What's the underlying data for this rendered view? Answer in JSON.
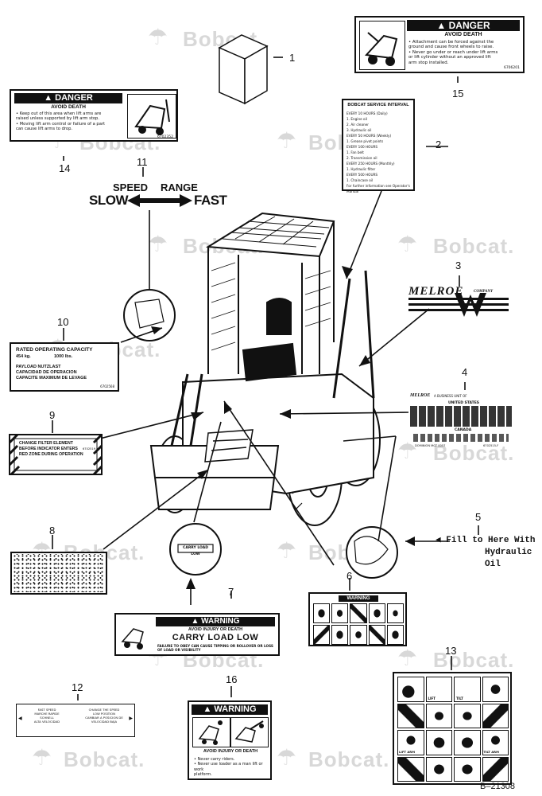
{
  "watermark": {
    "brand": "Bobcat."
  },
  "figure_code": "B–21308",
  "callouts": [
    "1",
    "2",
    "3",
    "4",
    "5",
    "6",
    "7",
    "8",
    "9",
    "10",
    "11",
    "12",
    "13",
    "14",
    "15",
    "16"
  ],
  "decal_15": {
    "header": "DANGER",
    "subheader": "AVOID DEATH",
    "lines": [
      "• Attachment can be forced against the",
      "ground and cause front wheels to raise.",
      "• Never go under or reach under lift arms",
      "or lift cylinder without an approved lift",
      "arm stop installed."
    ],
    "code": "6706201"
  },
  "decal_14": {
    "header": "DANGER",
    "subheader": "AVOID DEATH",
    "lines": [
      "• Keep out of this area when lift arms are",
      "raised unless supported by lift arm stop.",
      "• Moving lift arm control or failure of a part",
      "can cause lift arms to drop."
    ],
    "code": "6702352"
  },
  "decal_2": {
    "title": "BOBCAT SERVICE INTERVAL",
    "lines": [
      "EVERY 10 HOURS (Daily)",
      "1. Engine oil",
      "2. Air cleaner",
      "3. Hydraulic oil",
      "EVERY 50 HOURS (Weekly)",
      "1. Grease pivot points",
      "EVERY 100 HOURS",
      "1. Fan belt",
      "2. Transmission oil",
      "EVERY 250 HOURS (Monthly)",
      "1. Hydraulic filter",
      "EVERY 500 HOURS",
      "1. Chaincase oil",
      "For further information see Operator's Manual"
    ]
  },
  "decal_11": {
    "top_left": "SPEED",
    "top_right": "RANGE",
    "left": "SLOW",
    "right": "FAST"
  },
  "decal_3": {
    "brand": "MELROE",
    "suffix": "COMPANY"
  },
  "decal_4": {
    "brand": "MELROE",
    "text": "A BUSINESS UNIT OF",
    "section_us": "UNITED STATES",
    "section_ca": "CANADA",
    "code_left": "DOMINION MGT 0057",
    "code_right": "6702515-F"
  },
  "decal_10": {
    "title": "RATED OPERATING CAPACITY",
    "values": [
      "454 kg.",
      "1000 lbs."
    ],
    "lines": [
      "PAYLOAD NUTZLAST",
      "CAPACIDAD DE OPERACION",
      "CAPACITE MAXIMUM DE LEVAGE"
    ],
    "code": "6702568"
  },
  "decal_9": {
    "lines": [
      "CHANGE FILTER ELEMENT",
      "BEFORE INDICATOR ENTERS",
      "RED ZONE DURING OPERATION"
    ],
    "code": "6702519"
  },
  "decal_5": {
    "lines": [
      "Fill to Here With",
      "Hydraulic Oil"
    ]
  },
  "decal_6": {
    "header": "WARNING"
  },
  "decal_7": {
    "header": "WARNING",
    "subheader": "AVOID INJURY OR DEATH",
    "title": "CARRY LOAD LOW",
    "lines": [
      "FAILURE TO OBEY CAN CAUSE TIPPING OR ROLLOVER OR LOSS",
      "OF LOAD OR VISIBILITY"
    ],
    "small": "CARRY LOAD LOW"
  },
  "decal_16": {
    "header": "WARNING",
    "subheader": "AVOID INJURY OR DEATH",
    "lines": [
      "• Never carry riders.",
      "• Never use loader as a man lift or work",
      "platform."
    ]
  },
  "decal_12": {
    "col_left": [
      "FAST SPEED",
      "MARCHE RAPIDE",
      "SCHNELL",
      "ALTA VELOCIDAD"
    ],
    "col_right": [
      "CHANGE THE SPEED",
      "LOW POSITION",
      "CAMBIAR A POSICION DE",
      "VELOCIDAD BAJA"
    ]
  },
  "decal_13": {
    "labels": [
      "LIFT",
      "TILT",
      "LIFT ARM",
      "TILT ARM"
    ]
  }
}
